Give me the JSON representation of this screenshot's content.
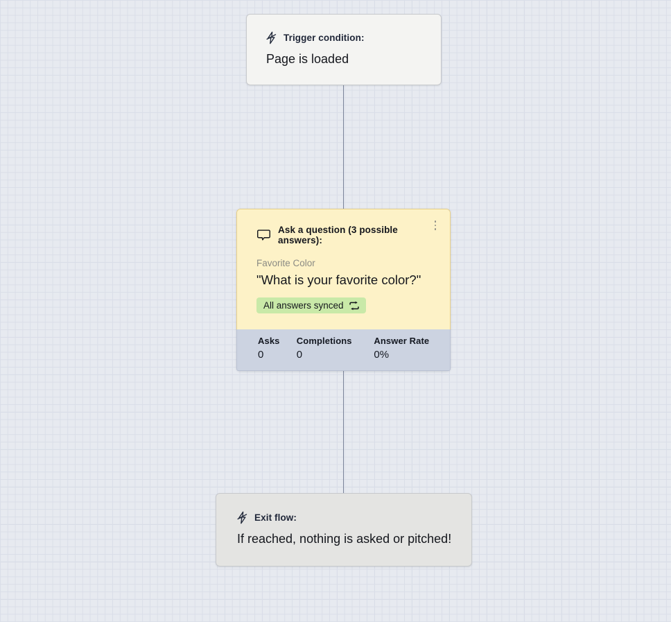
{
  "canvas": {
    "background_color": "#e7eaf0",
    "grid_line_color": "#dadee8",
    "connector_color": "#7b8499"
  },
  "nodes": {
    "trigger": {
      "icon": "lightning-bolt-icon",
      "header_label": "Trigger condition:",
      "body_text": "Page is loaded",
      "background_color": "#f4f4f2"
    },
    "question": {
      "icon": "speech-bubble-icon",
      "header_label": "Ask a question (3 possible answers):",
      "question_name": "Favorite Color",
      "question_text": "\"What is your favorite color?\"",
      "sync_badge_label": "All answers synced",
      "sync_badge_icon": "sync-arrows-icon",
      "sync_badge_color": "#c9e9a8",
      "background_color": "#fdf2c7",
      "menu_icon": "kebab-menu-icon",
      "stats": {
        "background_color": "#ccd3e1",
        "items": [
          {
            "label": "Asks",
            "value": "0"
          },
          {
            "label": "Completions",
            "value": "0"
          },
          {
            "label": "Answer Rate",
            "value": "0%"
          }
        ]
      }
    },
    "exit": {
      "icon": "lightning-bolt-icon",
      "header_label": "Exit flow:",
      "body_text": "If reached, nothing is asked or pitched!",
      "background_color": "#e4e4e2"
    }
  }
}
